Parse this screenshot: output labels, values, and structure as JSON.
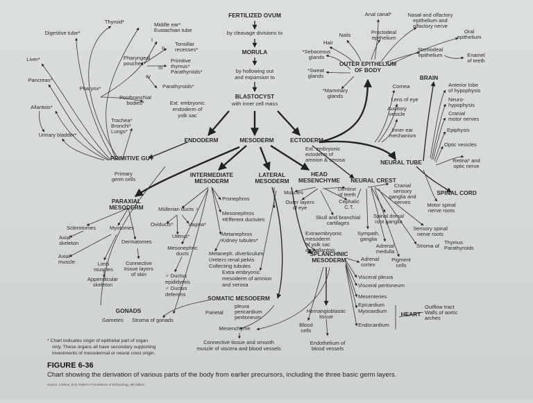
{
  "figure": {
    "number": "FIGURE 6-36",
    "caption": "Chart showing the derivation of various parts of the body from earlier precursors, including the three basic germ layers.",
    "source": "Source: Carlson, B.M. Patten's Foundations of Embryology, 6th edition.",
    "footnote": [
      "* Chart indicates origin of epithelial part of organ",
      "only. These organs all have secondary supporting",
      "investments of mesodermal or neural crest origin."
    ]
  },
  "nodes": {
    "fertilized_ovum": "FERTILIZED OVUM",
    "by_cleavage": "by cleavage divisions to",
    "morula": "MORULA",
    "by_hollowing": [
      "by hollowing out",
      "and expansion to"
    ],
    "blastocyst": "BLASTOCYST",
    "inner_cell_mass": "with inner cell mass",
    "ext_embryonic_endoderm": [
      "Ext. embryonic",
      "endoderm of",
      "yolk sac"
    ],
    "endoderm": "ENDODERM",
    "mesoderm": "MESODERM",
    "ectoderm": "ECTODERM",
    "primitive_gut": "PRIMITIVE GUT",
    "thyroid": "Thyroid*",
    "middle_ear": [
      "Middle ear*",
      "Eustachian tube"
    ],
    "digestive_tube": "Digestive tube*",
    "tonsillar": [
      "Tonsillar",
      "recesses*"
    ],
    "pharyngeal_pouches": [
      "Pharyngeal",
      "pouches*"
    ],
    "primitive_thymus": [
      "Primitive",
      "thymus*",
      "Parathyroids*"
    ],
    "liver": "Liver*",
    "pharynx": "Pharynx*",
    "parathyroids": "Parathyroids*",
    "pancreas": "Pancreas*",
    "postbranchial": [
      "Postbranchial",
      "bodies*"
    ],
    "allantois": "Allantois*",
    "trachea": [
      "Trachea*",
      "Bronchi*",
      "Lungs*"
    ],
    "urinary_bladder": "Urinary bladder*",
    "roman_numerals": [
      "I",
      "II",
      "III",
      "IV"
    ],
    "outer_epithelium": [
      "OUTER EPITHELIUM",
      "OF BODY"
    ],
    "anal_canal": "Anal canal*",
    "nasal_olfactory": [
      "Nasal and olfactory",
      "epithelium and",
      "olfactory nerve"
    ],
    "oral_epithelium": [
      "Oral",
      "epithelium"
    ],
    "proctodeal": [
      "Proctodeal",
      "epithelium"
    ],
    "nails": "Nails",
    "hair": "Hair",
    "stomodeal": [
      "Stomodeal",
      "epithelium"
    ],
    "enamel": [
      "Enamel",
      "of teeth"
    ],
    "sebaceous": [
      "*Sebaceous",
      "glands"
    ],
    "sweat": [
      "*Sweat",
      "glands"
    ],
    "mammary": [
      "*Mammary",
      "glands"
    ],
    "brain": "BRAIN",
    "cornea": "Cornea",
    "lens": "Lens of eye",
    "auditory": [
      "Auditory",
      "vesicle"
    ],
    "inner_ear": [
      "Inner ear",
      "mechanism"
    ],
    "anterior_lobe": [
      "Anterior lobe",
      "of hypophysis"
    ],
    "neurohypophysis": [
      "Neuro-",
      "hypophysis"
    ],
    "cranial_motor": [
      "Cranial",
      "motor nerves"
    ],
    "epiphysis": "Epiphysis",
    "optic_vesicles": "Optic vesicles",
    "retina": [
      "Retina* and",
      "optic nerve"
    ],
    "neural_tube": "NEURAL TUBE",
    "spinal_cord": "SPINAL CORD",
    "motor_spinal": [
      "Motor spinal",
      "nerve roots"
    ],
    "ext_embryonic_ectoderm": [
      "Ext. embryonic",
      "ectoderm of",
      "amnion & serosa"
    ],
    "primary_germ_cells": [
      "Primary",
      "germ cells"
    ],
    "intermediate_mesoderm": [
      "INTERMEDIATE",
      "MESODERM"
    ],
    "lateral_mesoderm": [
      "LATERAL",
      "MESODERM"
    ],
    "head_mesenchyme": [
      "HEAD",
      "MESENCHYME"
    ],
    "neural_crest": "NEURAL CREST",
    "paraxial_mesoderm": [
      "PARAXIAL",
      "MESODERM"
    ],
    "pronephros": "Pronephros",
    "mullerian": "Müllerian ducts ♀",
    "mesonephros": [
      "Mesonephros",
      "≡Efferent ductules"
    ],
    "oviducts": "Oviducts*",
    "vagina": "Vagina*",
    "uterus": "Uterus*",
    "metanephros": [
      "Metanephros",
      "Kidney tubules*"
    ],
    "mesonephric_ducts": [
      "Mesonephric",
      "ducts"
    ],
    "metaneph_diverticulum": [
      "Metaneph. diverticulum",
      "Ureters renal pelvis",
      "Collecting tubules"
    ],
    "ductus_epididymis": [
      "♂ Ductus",
      "epididymis",
      "♂ Ductus",
      "deferens"
    ],
    "extra_embryonic_mesoderm": [
      "Extra embryonic",
      "mesoderm of amnion",
      "and serosa"
    ],
    "somatic_mesoderm": "SOMATIC MESODERM",
    "sclerotomes": "Sclerotomes",
    "myotomes": "Myotomes",
    "axial_skeleton": [
      "Axial",
      "skeleton"
    ],
    "dermatomes": "Dermatomes",
    "axial_muscle": [
      "Axial",
      "muscle"
    ],
    "limb_muscles": [
      "Limb",
      "muscles"
    ],
    "connective_skin": [
      "Connective",
      "tissue layers",
      "of skin"
    ],
    "appendicular": [
      "Appendicular",
      "skeleton"
    ],
    "gonads": "GONADS",
    "gametes": "Gametes",
    "stroma_gonads": "Stroma of gonads",
    "parietal": "Parietal",
    "pleura_group": [
      "pleura",
      "pericardium",
      "peritoneum"
    ],
    "mesenchyme": "Mesenchyme",
    "connective_smooth": [
      "Connective tissue and smooth",
      "muscle of viscera and blood vessels"
    ],
    "muscles": "Muscles",
    "outer_layers_eye": [
      "Outer layers",
      "of eye"
    ],
    "dentine": [
      "Dentine",
      "of teeth"
    ],
    "cephalic_ct": [
      "Cephalic",
      "C.T."
    ],
    "skull_cartilages": [
      "Skull and branchial",
      "cartilages"
    ],
    "cranial_sensory": [
      "Cranial",
      "sensory",
      "ganglia and",
      "nerves"
    ],
    "spinal_dorsal": [
      "Spinal dorsal",
      "root ganglia"
    ],
    "sensory_spinal": [
      "Sensory spinal",
      "nerve roots"
    ],
    "extraembryonic_yolk": [
      "Extraembryonic",
      "mesoderm",
      "of yolk sac",
      "and allantois"
    ],
    "sympath": [
      "Sympath.",
      "ganglia"
    ],
    "adrenal_medulla": [
      "Adrenal",
      "medulla"
    ],
    "pigment": [
      "Pigment",
      "cells"
    ],
    "stroma_thymus": "Stroma of",
    "thymus_para": [
      "Thymus",
      "Parathyroids"
    ],
    "splanchnic": [
      "SPLANCHNIC",
      "MESODERM"
    ],
    "adrenal_cortex": [
      "Adrenal",
      "cortex"
    ],
    "visceral_pleura": "Visceral pleura",
    "visceral_peritoneum": "Visceral peritoneum",
    "mesenteries": "Mesenteries",
    "epicardium": [
      "Epicardium",
      "Myocardium"
    ],
    "endocardium": "Endocardium",
    "heart": "HEART",
    "hemangioblastic": [
      "Hemangioblastic",
      "tissue"
    ],
    "blood_cells": [
      "Blood",
      "cells"
    ],
    "endothelium": [
      "Endothelium of",
      "blood vessels"
    ],
    "outflow": [
      "Outflow tract",
      "Walls of aortic",
      "arches"
    ]
  }
}
